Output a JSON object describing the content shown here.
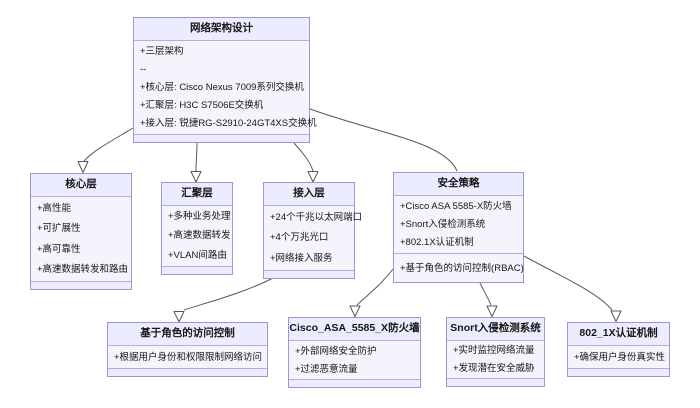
{
  "colors": {
    "node_fill": "#f5f4fd",
    "node_title_fill": "#ececff",
    "node_border": "#9f94d6",
    "edge_line": "#585858",
    "background": "#ffffff"
  },
  "nodes": [
    {
      "id": "network-architecture",
      "title": "网络架构设计",
      "attributes": [
        "+三层架构",
        "--",
        "+核心层: Cisco Nexus 7009系列交换机",
        "+汇聚层: H3C S7506E交换机",
        "+接入层: 锐捷RG-S2910-24GT4XS交换机"
      ],
      "methods": []
    },
    {
      "id": "core-layer",
      "title": "核心层",
      "attributes": [
        "+高性能",
        "+可扩展性",
        "+高可靠性",
        "+高速数据转发和路由"
      ],
      "methods": []
    },
    {
      "id": "aggregation-layer",
      "title": "汇聚层",
      "attributes": [
        "+多种业务处理",
        "+高速数据转发",
        "+VLAN间路由"
      ],
      "methods": []
    },
    {
      "id": "access-layer",
      "title": "接入层",
      "attributes": [
        "+24个千兆以太网端口",
        "+4个万兆光口",
        "+网络接入服务"
      ],
      "methods": []
    },
    {
      "id": "security-policy",
      "title": "安全策略",
      "attributes": [
        "+Cisco ASA 5585-X防火墙",
        "+Snort入侵检测系统",
        "+802.1X认证机制"
      ],
      "methods": [
        "+基于角色的访问控制(RBAC)"
      ]
    },
    {
      "id": "rbac",
      "title": "基于角色的访问控制",
      "attributes": [
        "+根据用户身份和权限限制网络访问"
      ],
      "methods": []
    },
    {
      "id": "cisco-asa-firewall",
      "title": "Cisco_ASA_5585_X防火墙",
      "attributes": [
        "+外部网络安全防护",
        "+过滤恶意流量"
      ],
      "methods": []
    },
    {
      "id": "snort-ids",
      "title": "Snort入侵检测系统",
      "attributes": [
        "+实时监控网络流量",
        "+发现潜在安全威胁"
      ],
      "methods": []
    },
    {
      "id": "8021x-auth",
      "title": "802_1X认证机制",
      "attributes": [
        "+确保用户身份真实性"
      ],
      "methods": []
    }
  ],
  "edges": [
    {
      "from": "网络架构设计",
      "to": "核心层",
      "arrow": "hollow-triangle"
    },
    {
      "from": "网络架构设计",
      "to": "汇聚层",
      "arrow": "hollow-triangle"
    },
    {
      "from": "网络架构设计",
      "to": "接入层",
      "arrow": "hollow-triangle"
    },
    {
      "from": "网络架构设计",
      "to": "安全策略",
      "arrow": "none"
    },
    {
      "from": "接入层",
      "to": "基于角色的访问控制",
      "arrow": "hollow-triangle"
    },
    {
      "from": "安全策略",
      "to": "Cisco_ASA_5585_X防火墙",
      "arrow": "hollow-triangle"
    },
    {
      "from": "安全策略",
      "to": "Snort入侵检测系统",
      "arrow": "hollow-triangle"
    },
    {
      "from": "安全策略",
      "to": "802_1X认证机制",
      "arrow": "hollow-triangle"
    }
  ]
}
